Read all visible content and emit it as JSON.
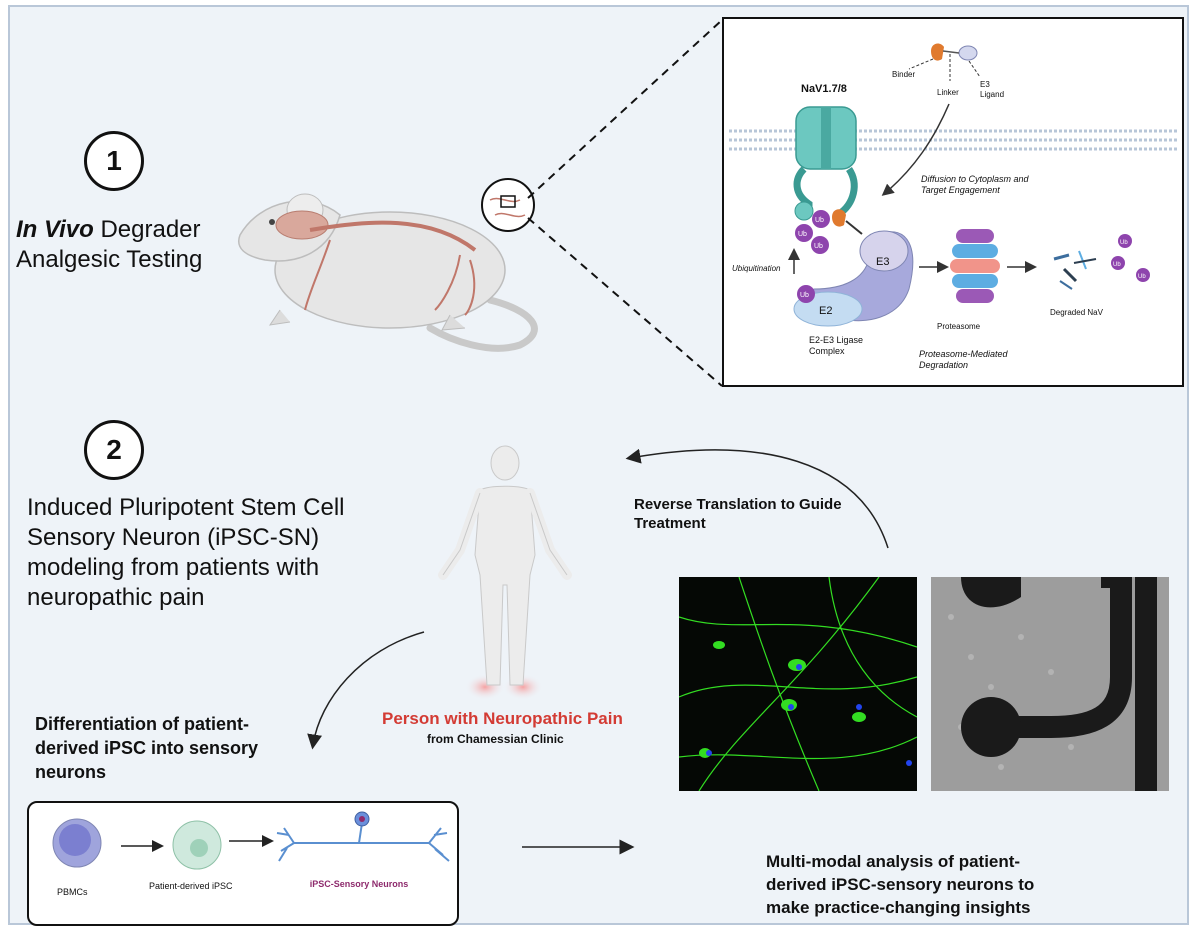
{
  "step1": {
    "number": "1",
    "title_italic": "In Vivo",
    "title_rest": " Degrader",
    "title_line2": "Analgesic Testing"
  },
  "step2": {
    "number": "2",
    "description": "Induced Pluripotent Stem Cell Sensory Neuron (iPSC-SN) modeling from patients with neuropathic pain"
  },
  "inset": {
    "channel_label": "NaV1.7/8",
    "binder": "Binder",
    "linker": "Linker",
    "e3_ligand_line1": "E3",
    "e3_ligand_line2": "Ligand",
    "diffusion": "Diffusion to Cytoplasm and Target Engagement",
    "ubiquitination": "Ubiquitination",
    "ub": "Ub",
    "e3": "E3",
    "e2": "E2",
    "ligase_complex": "E2-E3 Ligase Complex",
    "proteasome": "Proteasome",
    "proteasome_degradation": "Proteasome-Mediated Degradation",
    "degraded": "Degraded NaV"
  },
  "patient": {
    "label": "Person with Neuropathic Pain",
    "sublabel": "from Chamessian Clinic"
  },
  "reverse_translation": "Reverse Translation to Guide Treatment",
  "differentiation": "Differentiation of patient-derived iPSC into sensory neurons",
  "pipeline": {
    "pbmcs": "PBMCs",
    "ipsc": "Patient-derived iPSC",
    "neurons": "iPSC-Sensory Neurons"
  },
  "multimodal": "Multi-modal analysis of patient-derived iPSC-sensory neurons to make practice-changing insights",
  "colors": {
    "background": "#eef3f8",
    "patient_red": "#d33b34",
    "neuron_purple": "#8e2b6d",
    "ub_purple": "#8e44ad",
    "channel_teal": "#6cc8c0",
    "fluor_green": "#33dd22"
  }
}
